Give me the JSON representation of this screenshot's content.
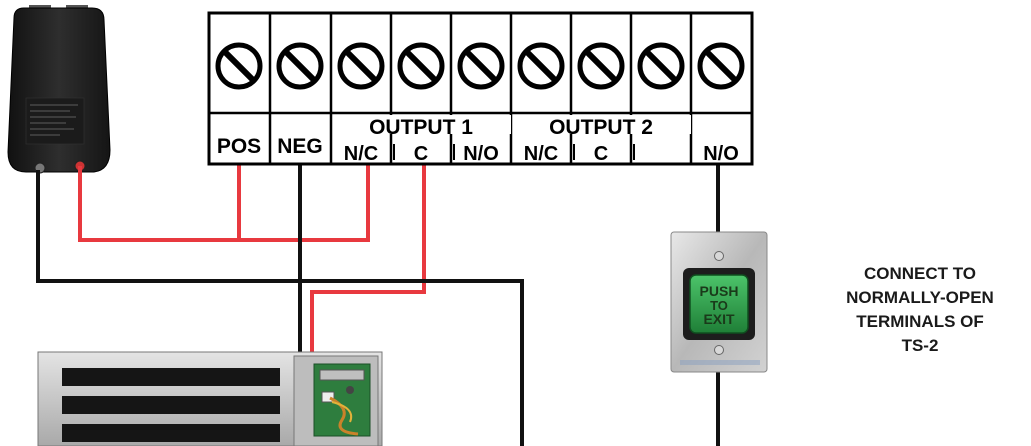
{
  "terminal_block": {
    "labels": {
      "pos": "POS",
      "neg": "NEG",
      "output1": "OUTPUT 1",
      "output2": "OUTPUT 2",
      "nc1": "N/C",
      "c1": "C",
      "no1": "N/O",
      "nc2": "N/C",
      "c2": "C",
      "no_end": "N/O"
    }
  },
  "exit_button": {
    "line1": "PUSH",
    "line2": "TO",
    "line3": "EXIT"
  },
  "instruction": {
    "line1": "CONNECT TO",
    "line2": "NORMALLY-OPEN",
    "line3": "TERMINALS OF",
    "line4": "TS-2"
  },
  "colors": {
    "wire_red": "#e8393f",
    "wire_black": "#111111",
    "button_green": "#2f9a4a"
  }
}
